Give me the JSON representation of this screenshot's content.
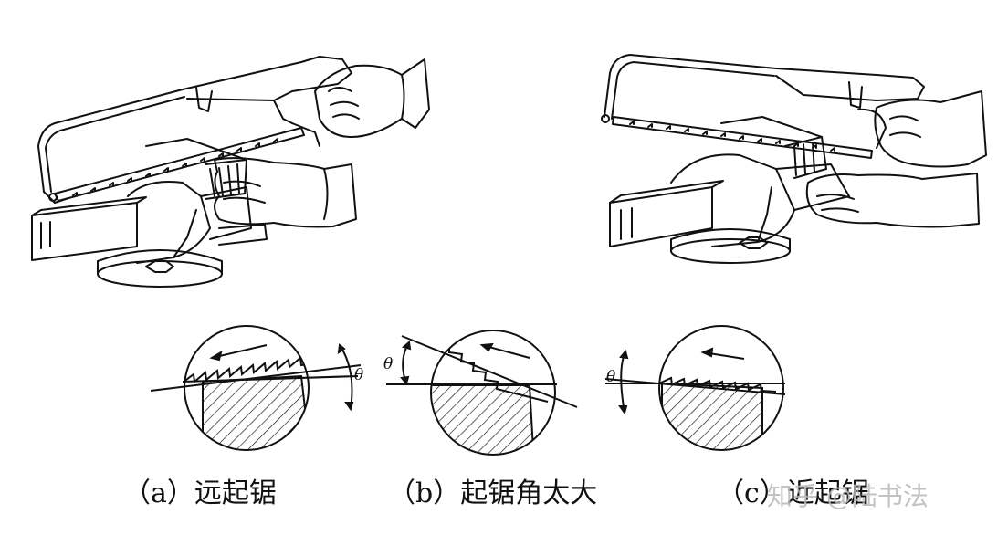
{
  "captions": {
    "a": "（a）远起锯",
    "b": "（b）起锯角太大",
    "c": "（c）近起锯"
  },
  "angle_label": "θ",
  "watermark": "知乎 @陆书法",
  "colors": {
    "ink": "#111111",
    "paper": "#ffffff",
    "watermark": "#b8b8b8"
  }
}
